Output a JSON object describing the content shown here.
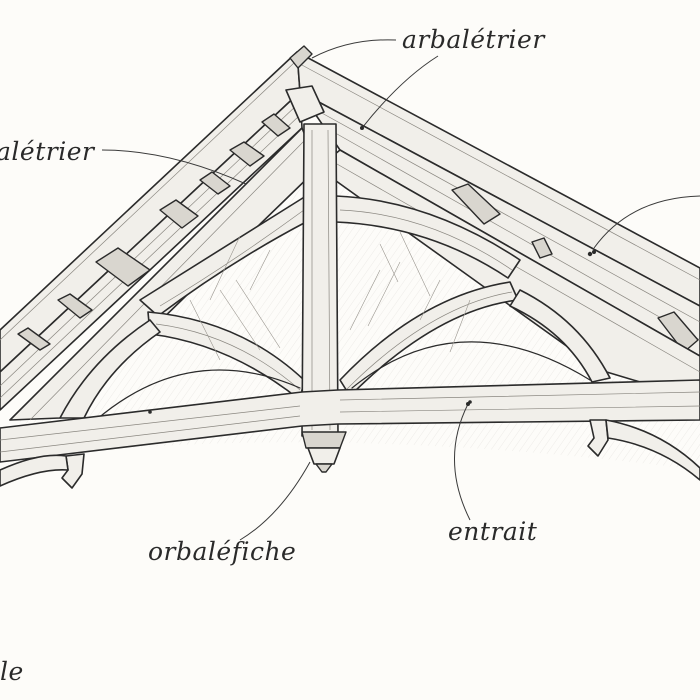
{
  "labels": {
    "top_right": "arbalétrier",
    "left_partial": "alétrier",
    "bottom_center": "orbaléfiche",
    "bottom_right": "entrait",
    "bottom_left_partial": "le"
  }
}
